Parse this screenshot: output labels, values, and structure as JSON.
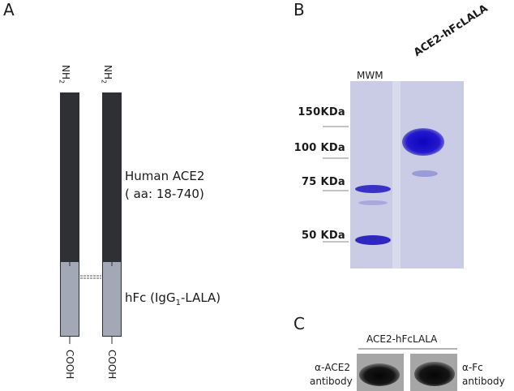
{
  "panel_a": {
    "letter": "A",
    "n_terminus": "NH2",
    "c_terminus": "COOH",
    "ace2_label_line1": "Human ACE2",
    "ace2_label_line2": "( aa: 18-740)",
    "fc_label": "hFc (IgG1-LALA)"
  },
  "panel_b": {
    "letter": "B",
    "lane_labels": [
      "MWM",
      "ACE2-hFcLALA"
    ],
    "markers": [
      "150KDa",
      "100 KDa",
      "75 KDa",
      "50 KDa"
    ],
    "gel_color": "#c9cce4",
    "band_color": "#1a12c8"
  },
  "panel_c": {
    "letter": "C",
    "header": "ACE2-hFcLALA",
    "left_label_line1": "α-ACE2",
    "left_label_line2": "antibody",
    "right_label_line1": "α-Fc",
    "right_label_line2": "antibody"
  }
}
